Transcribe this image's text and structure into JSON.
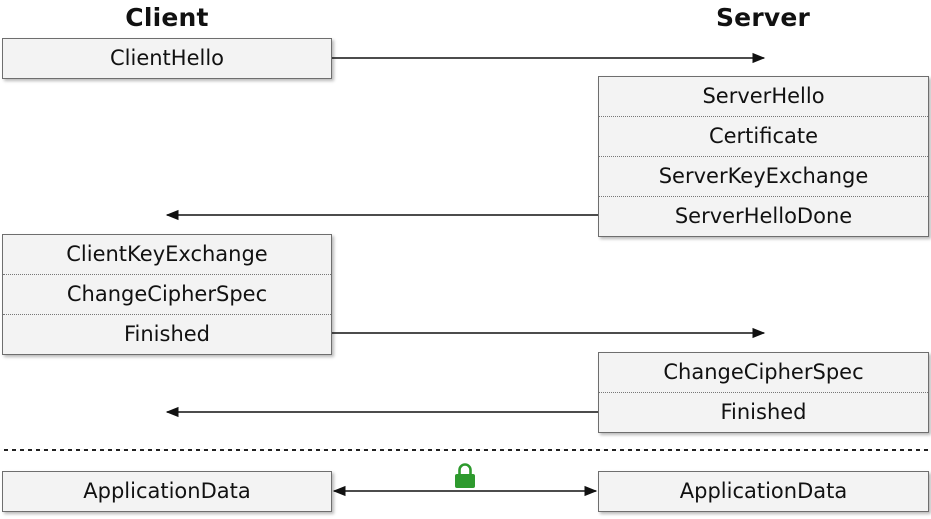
{
  "headings": {
    "client": "Client",
    "server": "Server"
  },
  "flow": {
    "client_hello": [
      "ClientHello"
    ],
    "server_hello": [
      "ServerHello",
      "Certificate",
      "ServerKeyExchange",
      "ServerHelloDone"
    ],
    "client_finish": [
      "ClientKeyExchange",
      "ChangeCipherSpec",
      "Finished"
    ],
    "server_finish": [
      "ChangeCipherSpec",
      "Finished"
    ],
    "client_app": [
      "ApplicationData"
    ],
    "server_app": [
      "ApplicationData"
    ]
  },
  "arrows": [
    {
      "from": "client",
      "to": "server"
    },
    {
      "from": "server",
      "to": "client"
    },
    {
      "from": "client",
      "to": "server"
    },
    {
      "from": "server",
      "to": "client"
    },
    {
      "from": "client",
      "to": "server",
      "bidirectional": true
    }
  ],
  "icons": {
    "lock": "lock-icon"
  },
  "colors": {
    "box_fill": "#f3f3f3",
    "box_border": "#6e6e6e",
    "arrow": "#111111",
    "lock": "#2e9a2e"
  }
}
